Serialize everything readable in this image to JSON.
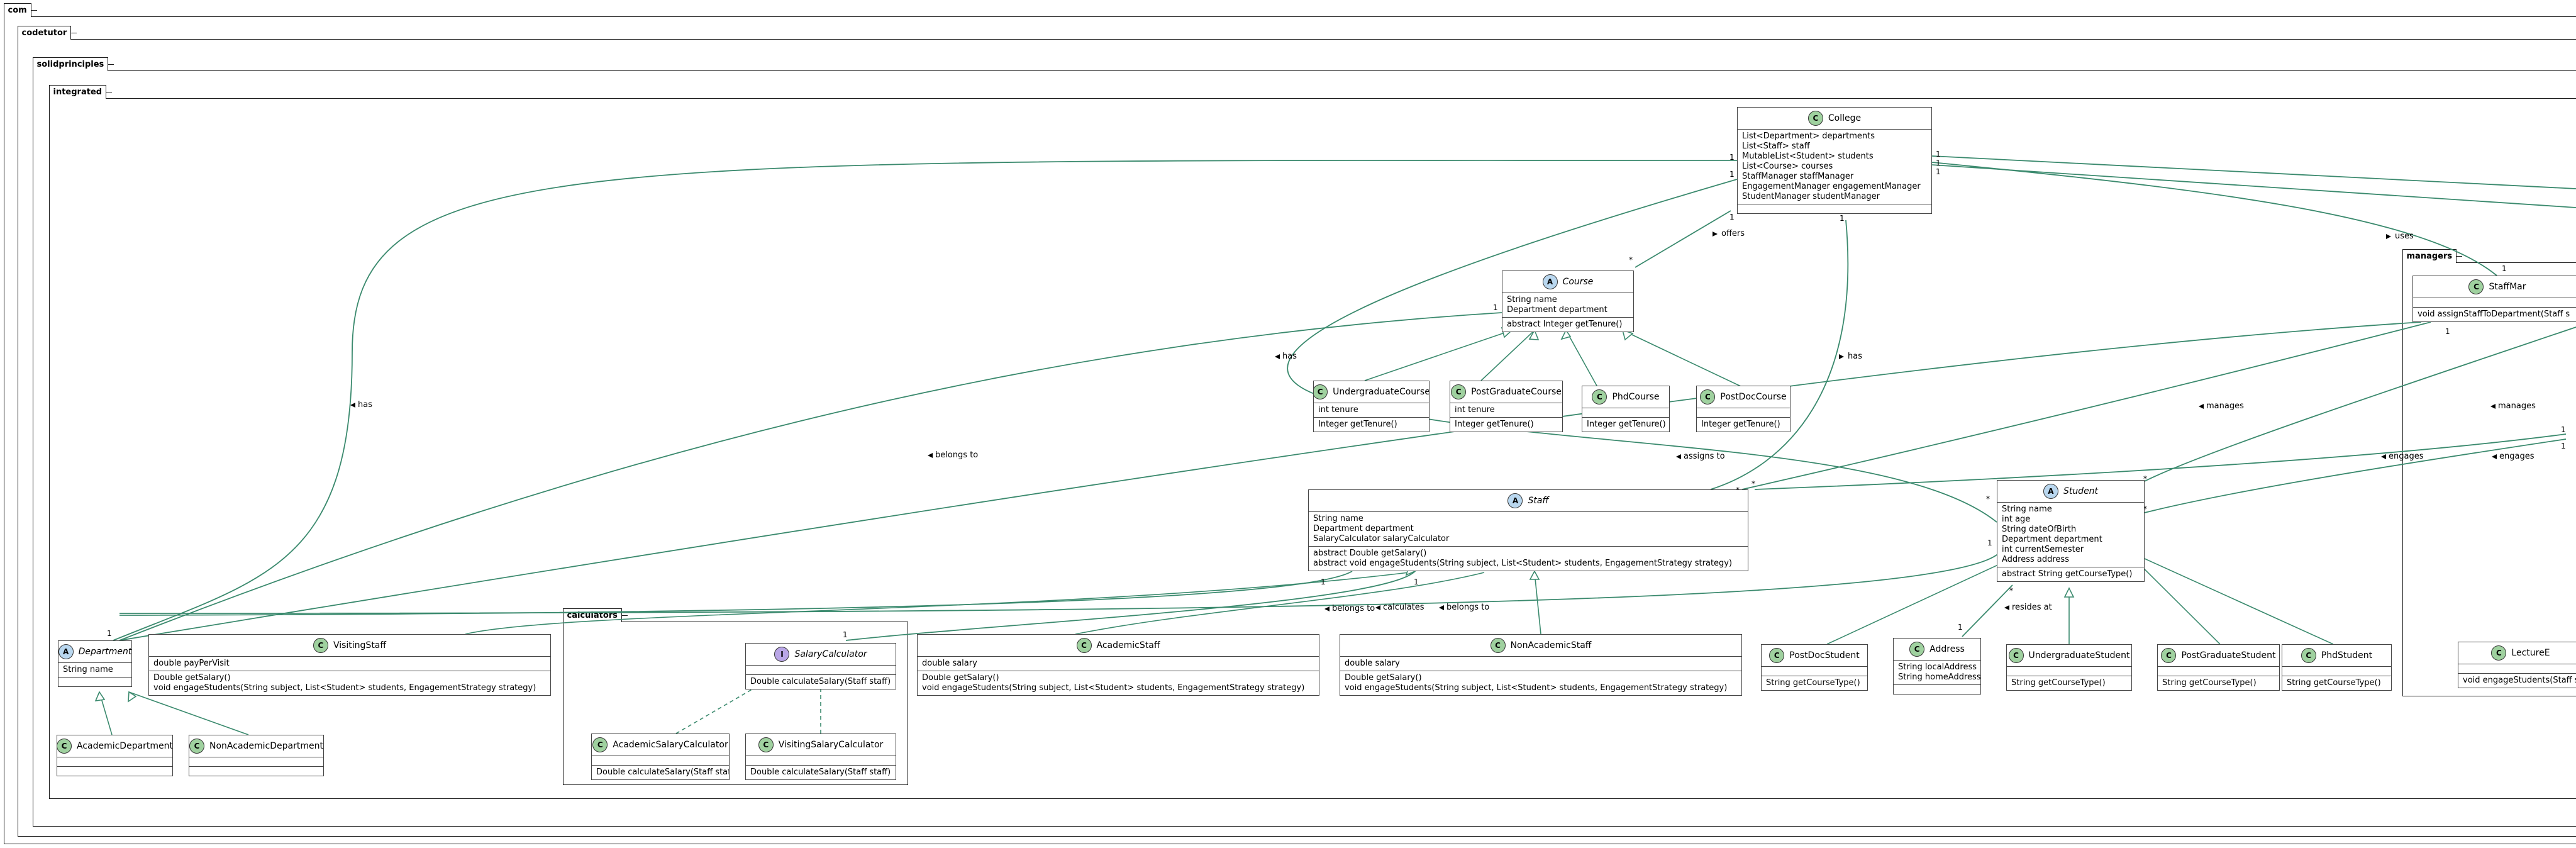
{
  "packages": {
    "com": "com",
    "codetutor": "codetutor",
    "solidprinciples": "solidprinciples",
    "integrated": "integrated",
    "calculators": "calculators",
    "managers": "managers"
  },
  "colors": {
    "edge": "#3b8a6e",
    "class_badge": "#9fd19f",
    "abstract_badge": "#b9d7ef",
    "interface_badge": "#b9a6e6"
  },
  "classes": {
    "college": {
      "stereotype": "C",
      "name": "College",
      "fields": [
        "List<Department> departments",
        "List<Staff> staff",
        "MutableList<Student> students",
        "List<Course> courses",
        "StaffManager staffManager",
        "EngagementManager engagementManager",
        "StudentManager studentManager"
      ],
      "methods": []
    },
    "course": {
      "stereotype": "A",
      "name": "Course",
      "fields": [
        "String name",
        "Department department"
      ],
      "methods": [
        "abstract Integer getTenure()"
      ]
    },
    "undergraduate_course": {
      "stereotype": "C",
      "name": "UndergraduateCourse",
      "fields": [
        "int tenure"
      ],
      "methods": [
        "Integer getTenure()"
      ]
    },
    "postgraduate_course": {
      "stereotype": "C",
      "name": "PostGraduateCourse",
      "fields": [
        "int tenure"
      ],
      "methods": [
        "Integer getTenure()"
      ]
    },
    "phd_course": {
      "stereotype": "C",
      "name": "PhdCourse",
      "fields": [],
      "methods": [
        "Integer getTenure()"
      ]
    },
    "postdoc_course": {
      "stereotype": "C",
      "name": "PostDocCourse",
      "fields": [],
      "methods": [
        "Integer getTenure()"
      ]
    },
    "staff": {
      "stereotype": "A",
      "name": "Staff",
      "fields": [
        "String name",
        "Department department",
        "SalaryCalculator salaryCalculator"
      ],
      "methods": [
        "abstract Double getSalary()",
        "abstract void engageStudents(String subject, List<Student> students, EngagementStrategy strategy)"
      ]
    },
    "student": {
      "stereotype": "A",
      "name": "Student",
      "fields": [
        "String name",
        "int age",
        "String dateOfBirth",
        "Department department",
        "int currentSemester",
        "Address address"
      ],
      "methods": [
        "abstract String getCourseType()"
      ]
    },
    "department": {
      "stereotype": "A",
      "name": "Department",
      "fields": [
        "String name"
      ],
      "methods": []
    },
    "visiting_staff": {
      "stereotype": "C",
      "name": "VisitingStaff",
      "fields": [
        "double payPerVisit"
      ],
      "methods": [
        "Double getSalary()",
        "void engageStudents(String subject, List<Student> students, EngagementStrategy strategy)"
      ]
    },
    "salary_calculator": {
      "stereotype": "I",
      "name": "SalaryCalculator",
      "fields": [],
      "methods": [
        "Double calculateSalary(Staff staff)"
      ]
    },
    "academic_salary_calculator": {
      "stereotype": "C",
      "name": "AcademicSalaryCalculator",
      "fields": [],
      "methods": [
        "Double calculateSalary(Staff staff)"
      ]
    },
    "visiting_salary_calculator": {
      "stereotype": "C",
      "name": "VisitingSalaryCalculator",
      "fields": [],
      "methods": [
        "Double calculateSalary(Staff staff)"
      ]
    },
    "academic_staff": {
      "stereotype": "C",
      "name": "AcademicStaff",
      "fields": [
        "double salary"
      ],
      "methods": [
        "Double getSalary()",
        "void engageStudents(String subject, List<Student> students, EngagementStrategy strategy)"
      ]
    },
    "non_academic_staff": {
      "stereotype": "C",
      "name": "NonAcademicStaff",
      "fields": [
        "double salary"
      ],
      "methods": [
        "Double getSalary()",
        "void engageStudents(String subject, List<Student> students, EngagementStrategy strategy)"
      ]
    },
    "postdoc_student": {
      "stereotype": "C",
      "name": "PostDocStudent",
      "fields": [],
      "methods": [
        "String getCourseType()"
      ]
    },
    "address": {
      "stereotype": "C",
      "name": "Address",
      "fields": [
        "String localAddress",
        "String homeAddress"
      ],
      "methods": []
    },
    "undergraduate_student": {
      "stereotype": "C",
      "name": "UndergraduateStudent",
      "fields": [],
      "methods": [
        "String getCourseType()"
      ]
    },
    "postgraduate_student": {
      "stereotype": "C",
      "name": "PostGraduateStudent",
      "fields": [],
      "methods": [
        "String getCourseType()"
      ]
    },
    "phd_student": {
      "stereotype": "C",
      "name": "PhdStudent",
      "fields": [],
      "methods": [
        "String getCourseType()"
      ]
    },
    "academic_department": {
      "stereotype": "C",
      "name": "AcademicDepartment",
      "fields": [],
      "methods": []
    },
    "non_academic_department": {
      "stereotype": "C",
      "name": "NonAcademicDepartment",
      "fields": [],
      "methods": []
    },
    "staff_manager": {
      "stereotype": "C",
      "name": "StaffMar",
      "fields": [],
      "methods": [
        "void assignStaffToDepartment(Staff s"
      ]
    },
    "lecture_engagement": {
      "stereotype": "C",
      "name": "LectureE",
      "fields": [],
      "methods": [
        "void engageStudents(Staff staff, Strin"
      ]
    }
  },
  "edge_labels": {
    "has_dept": "has",
    "offers": "offers",
    "has_student": "has",
    "has_staff": "has",
    "uses": "uses",
    "course_belongs_to": "belongs to",
    "assigns_to": "assigns to",
    "manages_a": "manages",
    "manages_b": "manages",
    "engages_a": "engages",
    "engages_b": "engages",
    "staff_belongs_to": "belongs to",
    "calculates": "calculates",
    "student_belongs_to": "belongs to",
    "resides_at": "resides at"
  },
  "multiplicities": [
    "1",
    "1",
    "1",
    "1",
    "1",
    "1",
    "*",
    "1",
    "1",
    "*",
    "*",
    "1",
    "1",
    "*",
    "*",
    "1",
    "1",
    "1",
    "1",
    "1",
    "1",
    "*",
    "*",
    "1",
    "1"
  ]
}
